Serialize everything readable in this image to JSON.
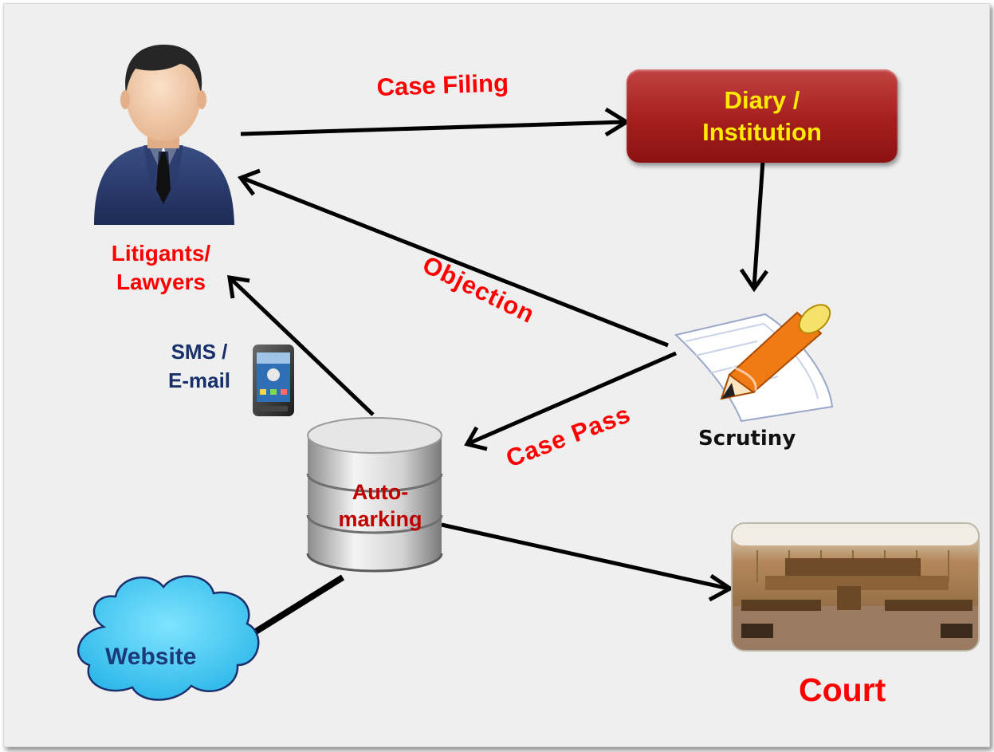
{
  "diagram": {
    "nodes": {
      "litigants": "Litigants/ Lawyers",
      "diary": "Diary /\nInstitution",
      "scrutiny": "Scrutiny",
      "database": "Auto-\nmarking",
      "website": "Website",
      "court": "Court",
      "sms": "SMS /\nE-mail"
    },
    "edges": {
      "case_filing": "Case Filing",
      "objection": "Objection",
      "case_pass": "Case Pass"
    }
  },
  "colors": {
    "label_red": "#ff0000",
    "label_navy": "#17306a",
    "diary_fill": "#a51e1e",
    "diary_text": "#ffeb00",
    "cloud_fill": "#3fc6ef",
    "background": "#efefef"
  },
  "icons": {
    "person": "businessman-icon",
    "phone": "smartphone-icon",
    "scrutiny": "document-pen-icon",
    "database": "database-cylinder-icon",
    "court": "courtroom-photo"
  }
}
